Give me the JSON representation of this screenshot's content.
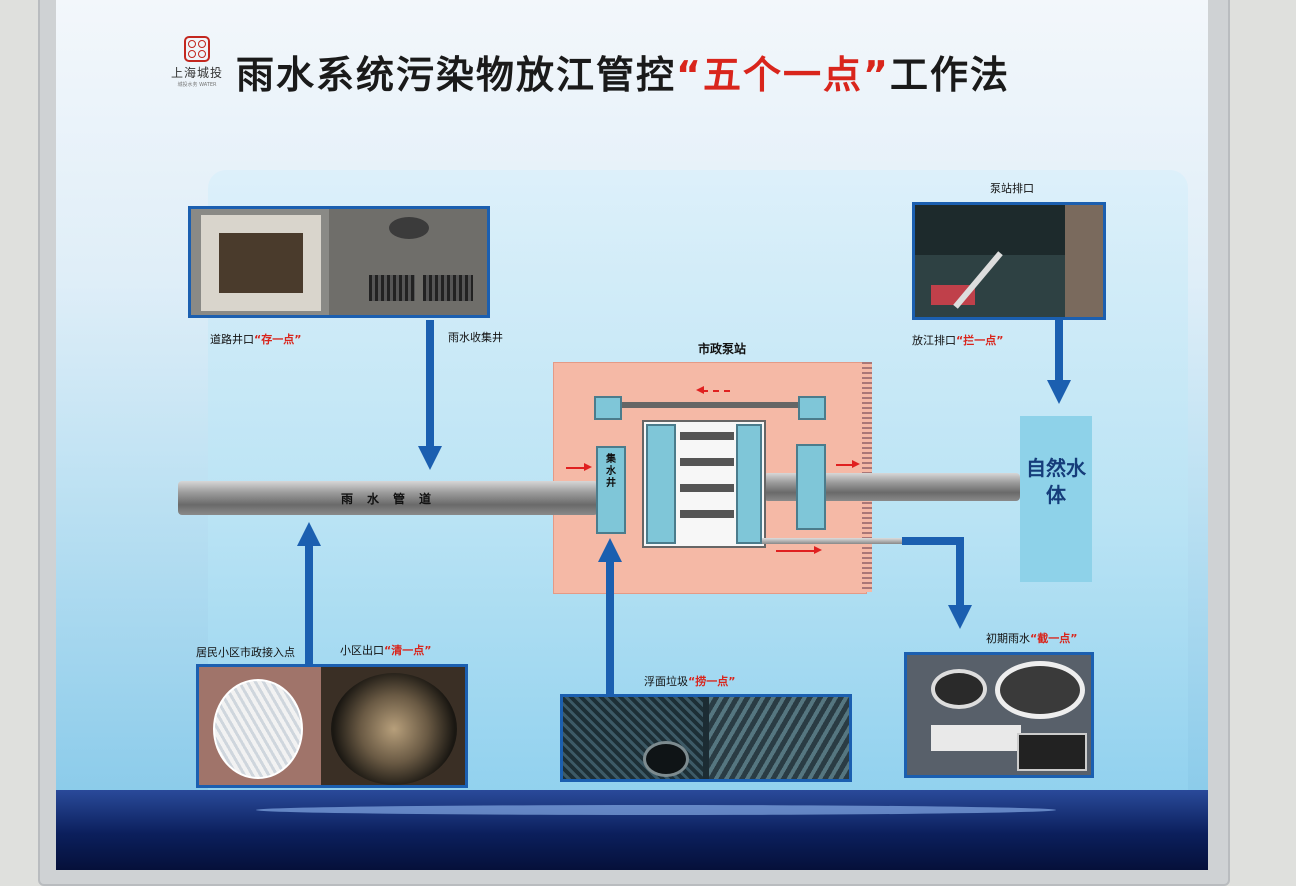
{
  "logo": {
    "name": "上海城投",
    "sub": "城投水务 WATER"
  },
  "title": {
    "prefix": "雨水系统污染物放江管控",
    "highlight": "“五个一点”",
    "suffix": "工作法"
  },
  "labels": {
    "road_well": "道路井口",
    "road_well_tag": "“存一点”",
    "rain_collector": "雨水收集井",
    "pump_station": "市政泵站",
    "pump_outlet": "泵站排口",
    "river_outlet": "放江排口",
    "river_outlet_tag": "“拦一点”",
    "pipe": "雨水管道",
    "collector_well": "集水井",
    "natural_water": "自然水体",
    "residential_entry": "居民小区市政接入点",
    "community_outlet": "小区出口",
    "community_outlet_tag": "“清一点”",
    "floating_waste": "浮面垃圾",
    "floating_waste_tag": "“捞一点”",
    "initial_rain": "初期雨水",
    "initial_rain_tag": "“截一点”"
  },
  "colors": {
    "accent_blue": "#1b5fb0",
    "highlight_red": "#d9251c",
    "station_pink": "#f5b9a6"
  }
}
